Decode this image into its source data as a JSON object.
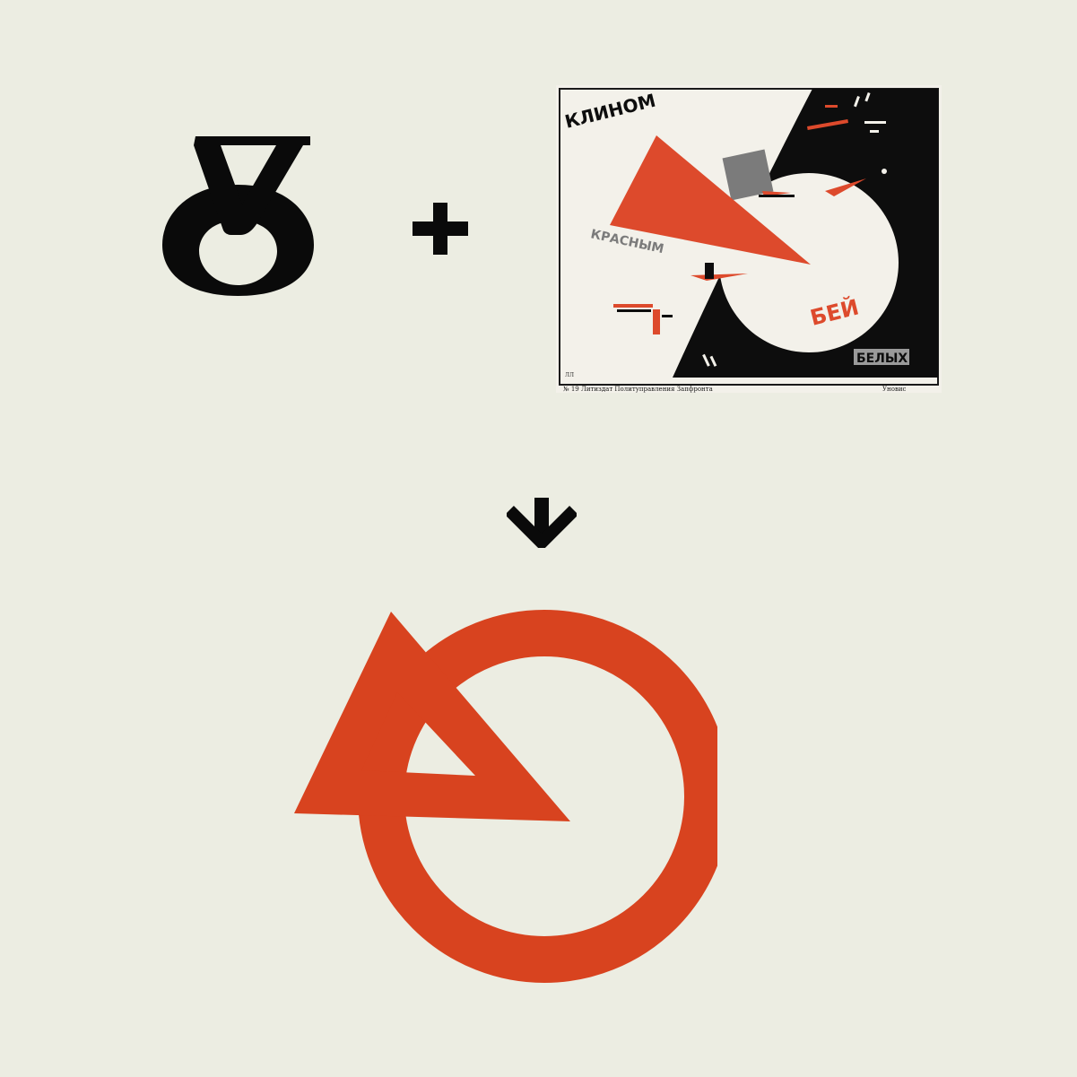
{
  "colors": {
    "background": "#ecede2",
    "ink": "#0a0a0a",
    "accent_red": "#d8431f",
    "poster_paper": "#f3f1ea",
    "poster_red": "#dd4a2c",
    "poster_grey": "#7b7b7b"
  },
  "icons": {
    "plus": "plus-icon",
    "arrow": "arrow-down-icon"
  },
  "poster": {
    "word_klinom": "КЛИНОМ",
    "word_krasnym": "КРАСНЫМ",
    "word_bei": "БЕЙ",
    "word_belykh": "БЕЛЫХ",
    "footer_left": "№ 19 Литиздат Политуправления Запфронта",
    "footer_right": "Уновис",
    "signature": "ЛЛ"
  }
}
